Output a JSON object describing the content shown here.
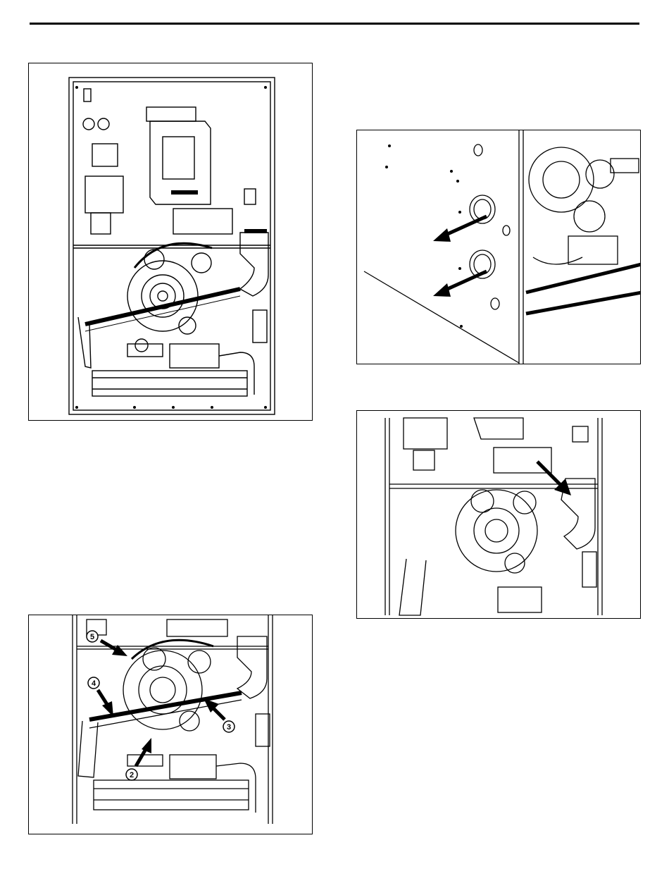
{
  "page": {
    "figures": [
      {
        "id": "furnace-front-full",
        "callouts": []
      },
      {
        "id": "cabinet-knockouts",
        "callouts": []
      },
      {
        "id": "vent-pipe-connection",
        "callouts": []
      },
      {
        "id": "gas-and-condensate-components",
        "callouts": [
          "5",
          "4",
          "3",
          "2"
        ]
      }
    ]
  },
  "colors": {
    "line": "#000000",
    "background": "#ffffff",
    "shade": "#d9d9d9"
  },
  "icons": [
    "arrow-icon",
    "callout-circle-icon"
  ]
}
